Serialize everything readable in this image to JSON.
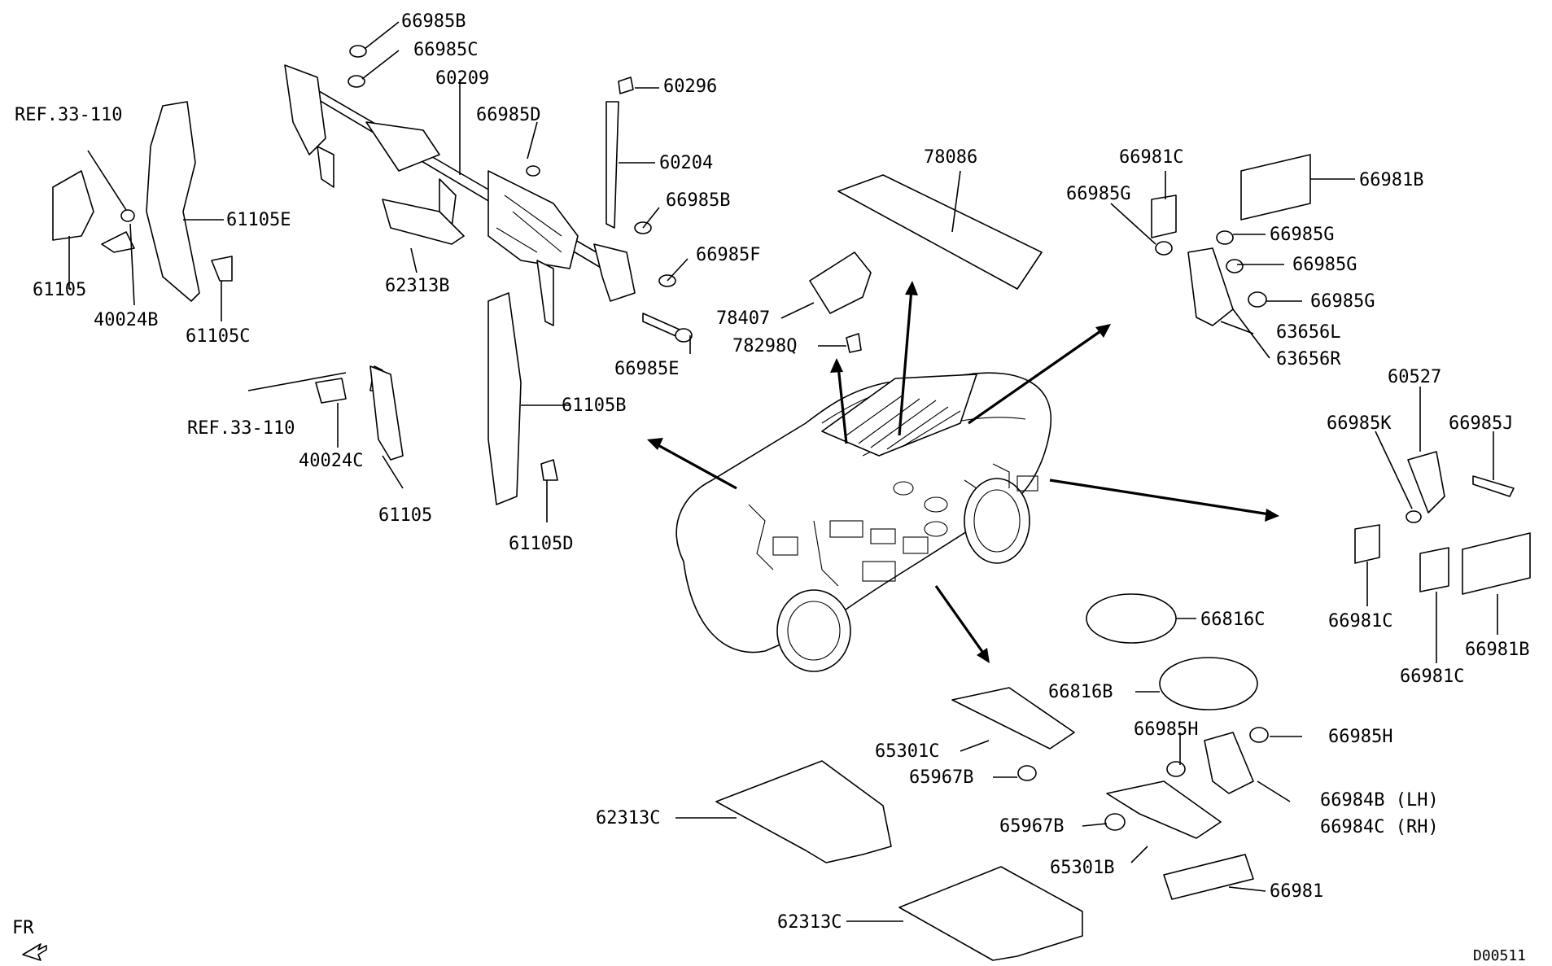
{
  "labels": {
    "l66985B_top": "66985B",
    "l66985C": "66985C",
    "l60209": "60209",
    "l60296": "60296",
    "l66985D": "66985D",
    "l60204": "60204",
    "l66985B_mid": "66985B",
    "l66985F": "66985F",
    "l66985E": "66985E",
    "lREF1": "REF.33-110",
    "l61105E": "61105E",
    "l61105_a": "61105",
    "l40024B": "40024B",
    "l61105C": "61105C",
    "l62313B": "62313B",
    "lREF2": "REF.33-110",
    "l40024C": "40024C",
    "l61105_b": "61105",
    "l61105B": "61105B",
    "l61105D": "61105D",
    "l78086": "78086",
    "l78407": "78407",
    "l78298Q": "78298Q",
    "l66981C_top": "66981C",
    "l66985G_a": "66985G",
    "l66981B_top": "66981B",
    "l66985G_b": "66985G",
    "l66985G_c": "66985G",
    "l66985G_d": "66985G",
    "l63656L": "63656L",
    "l63656R": "63656R",
    "l60527": "60527",
    "l66985K": "66985K",
    "l66985J": "66985J",
    "l66981C_mid": "66981C",
    "l66981B_bot": "66981B",
    "l66981C_bot": "66981C",
    "l66816C": "66816C",
    "l66816B": "66816B",
    "l65301C": "65301C",
    "l66985H_a": "66985H",
    "l66985H_b": "66985H",
    "l65967B_a": "65967B",
    "l66984B": "66984B (LH)",
    "l66984C": "66984C (RH)",
    "l62313C_a": "62313C",
    "l65967B_b": "65967B",
    "l65301B": "65301B",
    "l66981": "66981",
    "l62313C_b": "62313C",
    "fr": "FR",
    "code": "D00511"
  }
}
